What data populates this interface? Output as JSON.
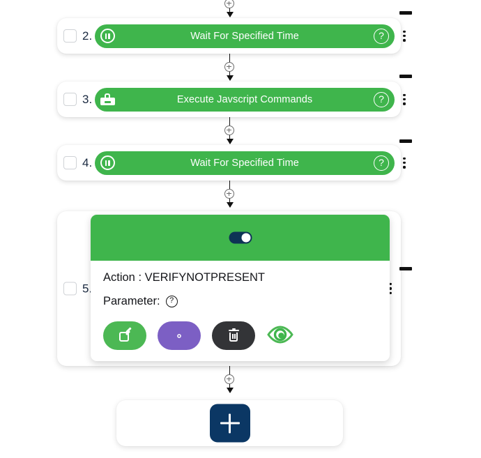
{
  "workflow": {
    "connectors": [
      {
        "name": "connector-top",
        "icon": "plus-circle-icon",
        "arrow": "arrow-down-icon"
      },
      {
        "name": "connector-2-3",
        "icon": "plus-circle-icon",
        "arrow": "arrow-down-icon"
      },
      {
        "name": "connector-3-4",
        "icon": "plus-circle-icon",
        "arrow": "arrow-down-icon"
      },
      {
        "name": "connector-4-5",
        "icon": "plus-circle-icon",
        "arrow": "arrow-down-icon"
      },
      {
        "name": "connector-5-add",
        "icon": "plus-circle-icon",
        "arrow": "arrow-down-icon"
      }
    ],
    "steps": [
      {
        "number": "2.",
        "title": "Wait For Specified Time",
        "icon": "pause-icon",
        "help_label": "?",
        "checked": false
      },
      {
        "number": "3.",
        "title": "Execute Javscript Commands",
        "icon": "toolbox-icon",
        "help_label": "?",
        "checked": false
      },
      {
        "number": "4.",
        "title": "Wait For Specified Time",
        "icon": "pause-icon",
        "help_label": "?",
        "checked": false
      }
    ],
    "detail_step": {
      "number": "5.",
      "checked": false,
      "toggle_on": true,
      "action_label": "Action : VERIFYNOTPRESENT",
      "parameter_label": "Parameter:",
      "parameter_help": "?",
      "buttons": [
        {
          "name": "edit-button",
          "icon": "edit-icon",
          "color": "#4cb854"
        },
        {
          "name": "settings-button",
          "icon": "gear-icon",
          "color": "#7c5fc4"
        },
        {
          "name": "delete-button",
          "icon": "trash-icon",
          "color": "#333437"
        },
        {
          "name": "preview-button",
          "icon": "eye-icon",
          "color": "#4cb854"
        }
      ]
    },
    "add_step": {
      "label": "+",
      "icon": "plus-icon"
    },
    "colors": {
      "green": "#3fb54c",
      "navy": "#0b3764",
      "toggle_on": "#0e3355",
      "purple": "#7c5fc4",
      "dark": "#333437",
      "marker": "#111111"
    }
  }
}
